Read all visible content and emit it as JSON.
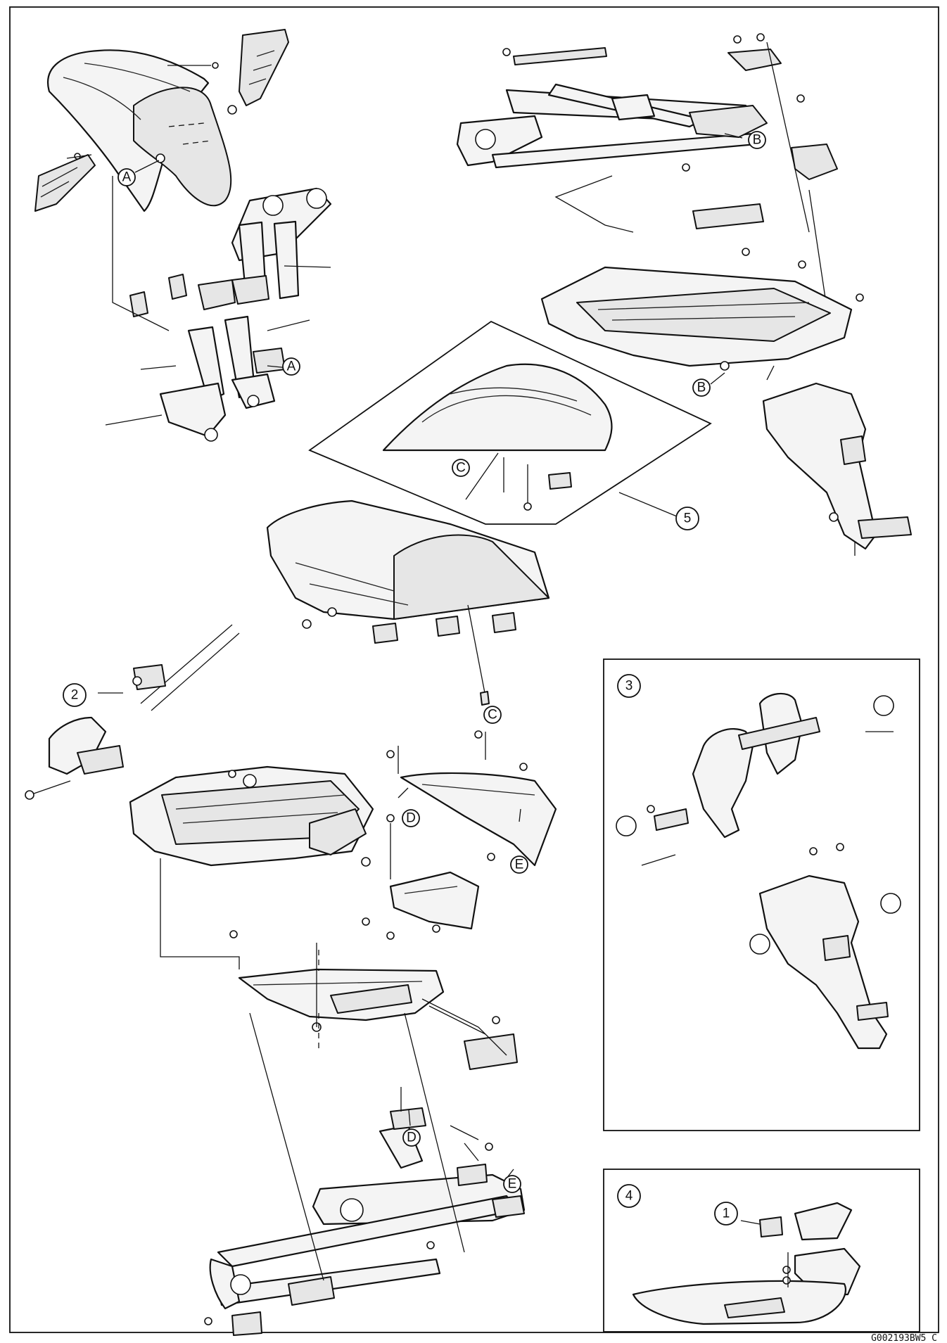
{
  "callouts": {
    "A_top": "A",
    "A_fork": "A",
    "B_upper": "B",
    "B_lower": "B",
    "C_cowl": "C",
    "C_seat": "C",
    "D_cover": "D",
    "D_frame": "D",
    "E_cover": "E",
    "E_frame": "E",
    "num_1": "1",
    "num_2": "2",
    "num_3": "3",
    "num_4": "4",
    "num_5": "5"
  },
  "figure_code": "G002193BW5  C",
  "colors": {
    "line": "#111111",
    "fill": "#f4f4f4",
    "background": "#ffffff"
  }
}
